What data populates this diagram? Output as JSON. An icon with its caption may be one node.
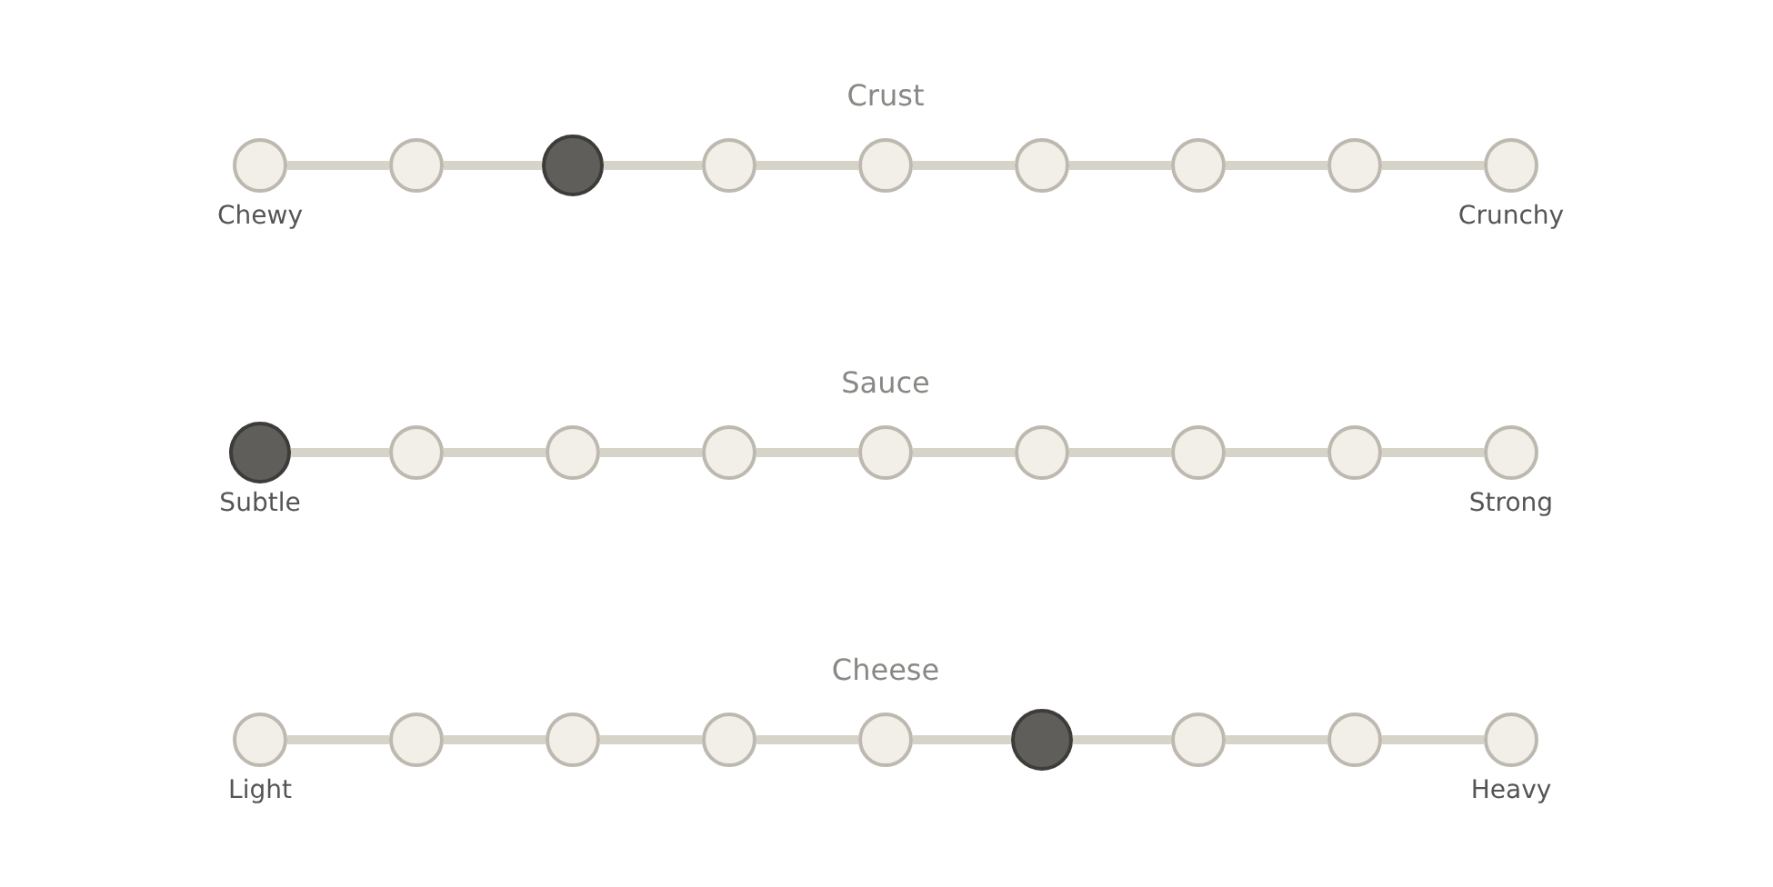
{
  "diagram": {
    "nodes": [
      {
        "text": [],
        "shape": "circle",
        "beside": [
          "Chewy"
        ]
      },
      {
        "text": [],
        "shape": "circle"
      },
      {
        "text": [],
        "shape": "dot"
      },
      {
        "text": [],
        "shape": "circle"
      },
      {
        "text": [],
        "shape": "circle"
      },
      {
        "text": [],
        "shape": "circle"
      },
      {
        "text": [],
        "shape": "circle"
      },
      {
        "text": [],
        "shape": "circle"
      },
      {
        "text": [],
        "shape": "circle",
        "beside": [
          "Crunchy"
        ]
      },
      {
        "text": [],
        "shape": "dot",
        "beside": [
          "Subtle"
        ]
      },
      {
        "text": [],
        "shape": "circle"
      },
      {
        "text": [],
        "shape": "circle"
      },
      {
        "text": [],
        "shape": "circle"
      },
      {
        "text": [],
        "shape": "circle"
      },
      {
        "text": [],
        "shape": "circle"
      },
      {
        "text": [],
        "shape": "circle"
      },
      {
        "text": [],
        "shape": "circle"
      },
      {
        "text": [],
        "shape": "circle",
        "beside": [
          "Strong"
        ]
      },
      {
        "text": [],
        "shape": "circle",
        "beside": [
          "Light"
        ]
      },
      {
        "text": [],
        "shape": "circle"
      },
      {
        "text": [],
        "shape": "circle"
      },
      {
        "text": [],
        "shape": "circle"
      },
      {
        "text": [],
        "shape": "circle"
      },
      {
        "text": [],
        "shape": "dot"
      },
      {
        "text": [],
        "shape": "circle"
      },
      {
        "text": [],
        "shape": "circle"
      },
      {
        "text": [],
        "shape": "circle",
        "beside": [
          "Heavy"
        ]
      }
    ],
    "edges": [
      {
        "from": 0,
        "to": 1,
        "arrow": "none"
      },
      {
        "from": 1,
        "to": 2,
        "arrow": "none"
      },
      {
        "from": 2,
        "to": 3,
        "arrow": "none"
      },
      {
        "from": 3,
        "to": 4,
        "arrow": "none"
      },
      {
        "from": 4,
        "to": 5,
        "arrow": "none"
      },
      {
        "from": 5,
        "to": 6,
        "arrow": "none"
      },
      {
        "from": 6,
        "to": 7,
        "arrow": "none"
      },
      {
        "from": 7,
        "to": 8,
        "arrow": "none"
      },
      {
        "from": 9,
        "to": 10,
        "arrow": "none"
      },
      {
        "from": 10,
        "to": 11,
        "arrow": "none"
      },
      {
        "from": 11,
        "to": 12,
        "arrow": "none"
      },
      {
        "from": 12,
        "to": 13,
        "arrow": "none"
      },
      {
        "from": 13,
        "to": 14,
        "arrow": "none"
      },
      {
        "from": 14,
        "to": 15,
        "arrow": "none"
      },
      {
        "from": 15,
        "to": 16,
        "arrow": "none"
      },
      {
        "from": 16,
        "to": 17,
        "arrow": "none"
      },
      {
        "from": 18,
        "to": 19,
        "arrow": "none"
      },
      {
        "from": 19,
        "to": 20,
        "arrow": "none"
      },
      {
        "from": 20,
        "to": 21,
        "arrow": "none"
      },
      {
        "from": 21,
        "to": 22,
        "arrow": "none"
      },
      {
        "from": 22,
        "to": 23,
        "arrow": "none"
      },
      {
        "from": 23,
        "to": 24,
        "arrow": "none"
      },
      {
        "from": 24,
        "to": 25,
        "arrow": "none"
      },
      {
        "from": 25,
        "to": 26,
        "arrow": "none"
      }
    ],
    "labels": [
      "Crust",
      "Sauce",
      "Cheese"
    ]
  }
}
